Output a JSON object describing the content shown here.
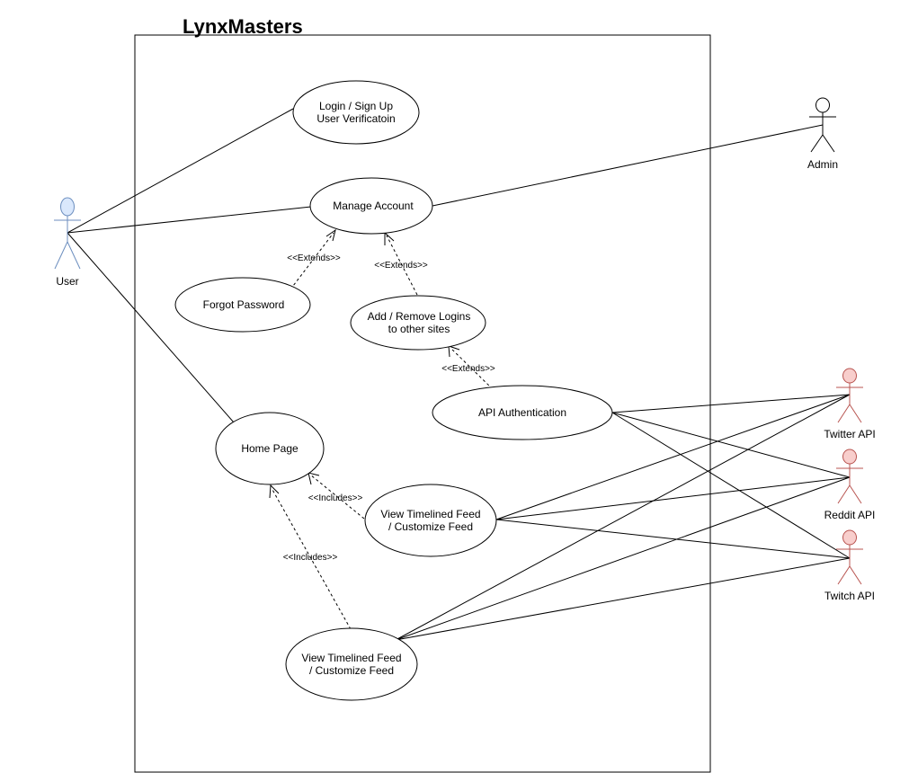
{
  "system": {
    "title": "LynxMasters"
  },
  "actors": {
    "user": {
      "label": "User",
      "color": "#dae8fc",
      "stroke": "#6c8ebf"
    },
    "admin": {
      "label": "Admin",
      "color": "#ffffff",
      "stroke": "#000000"
    },
    "twitter": {
      "label": "Twitter API",
      "color": "#f8cecc",
      "stroke": "#b85450"
    },
    "reddit": {
      "label": "Reddit API",
      "color": "#f8cecc",
      "stroke": "#b85450"
    },
    "twitch": {
      "label": "Twitch API",
      "color": "#f8cecc",
      "stroke": "#b85450"
    }
  },
  "use_cases": {
    "login": {
      "line1": "Login / Sign Up",
      "line2": "User Verificatoin"
    },
    "manage_account": {
      "line1": "Manage Account"
    },
    "forgot_password": {
      "line1": "Forgot Password"
    },
    "add_remove_logins": {
      "line1": "Add / Remove Logins",
      "line2": "to other sites"
    },
    "api_auth": {
      "line1": "API Authentication"
    },
    "home_page": {
      "line1": "Home Page"
    },
    "view_feed_1": {
      "line1": "View Timelined Feed",
      "line2": "/ Customize Feed"
    },
    "view_feed_2": {
      "line1": "View Timelined Feed",
      "line2": "/ Customize Feed"
    }
  },
  "relations": {
    "extends_forgot": "<<Extends>>",
    "extends_add": "<<Extends>>",
    "extends_api": "<<Extends>>",
    "includes_feed1": "<<Includes>>",
    "includes_feed2": "<<Includes>>"
  }
}
